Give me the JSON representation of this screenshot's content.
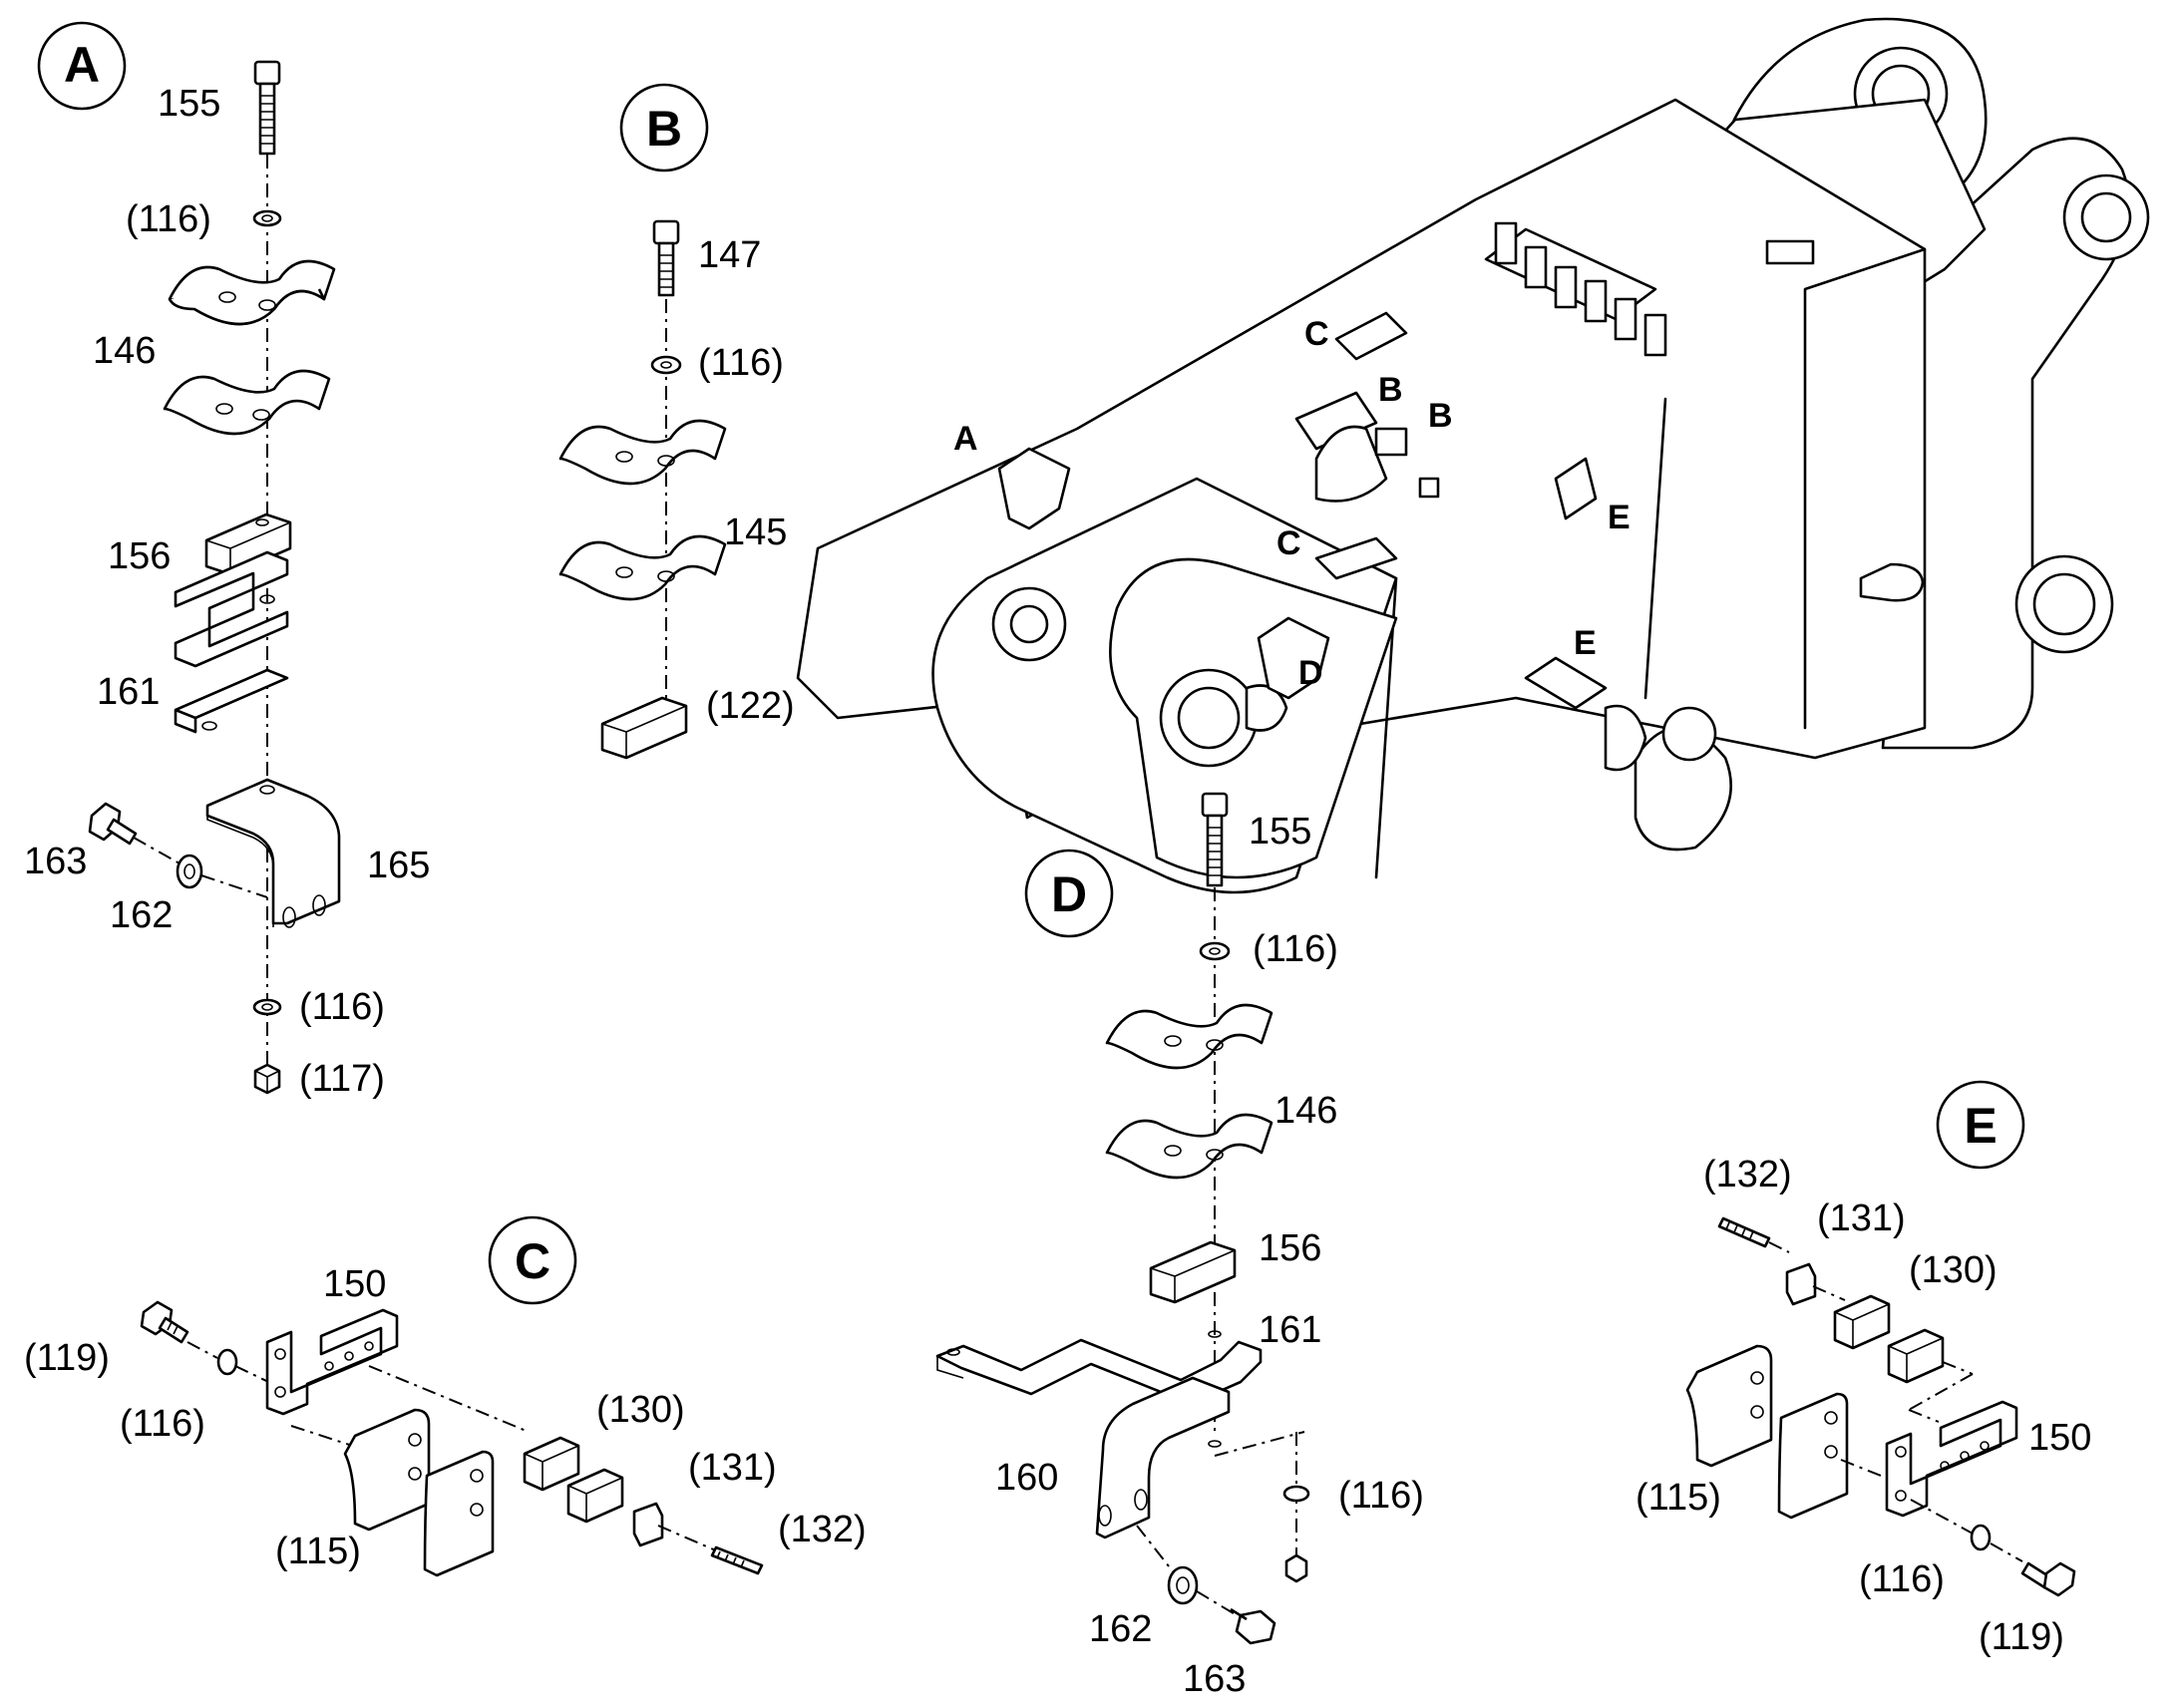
{
  "views": {
    "A": {
      "letter": "A",
      "labels": [
        "155",
        "(116)",
        "146",
        "156",
        "161",
        "163",
        "162",
        "165",
        "(116)",
        "(117)"
      ]
    },
    "B": {
      "letter": "B",
      "labels": [
        "147",
        "(116)",
        "145",
        "(122)"
      ]
    },
    "C": {
      "letter": "C",
      "labels": [
        "150",
        "(119)",
        "(116)",
        "(115)",
        "(130)",
        "(131)",
        "(132)"
      ]
    },
    "D": {
      "letter": "D",
      "labels": [
        "155",
        "(116)",
        "146",
        "156",
        "161",
        "160",
        "(116)",
        "162",
        "163"
      ]
    },
    "E": {
      "letter": "E",
      "labels": [
        "(132)",
        "(131)",
        "(130)",
        "150",
        "(115)",
        "(116)",
        "(119)"
      ]
    },
    "main": {
      "callouts": [
        "A",
        "C",
        "B",
        "B",
        "C",
        "E",
        "E",
        "D"
      ]
    }
  }
}
